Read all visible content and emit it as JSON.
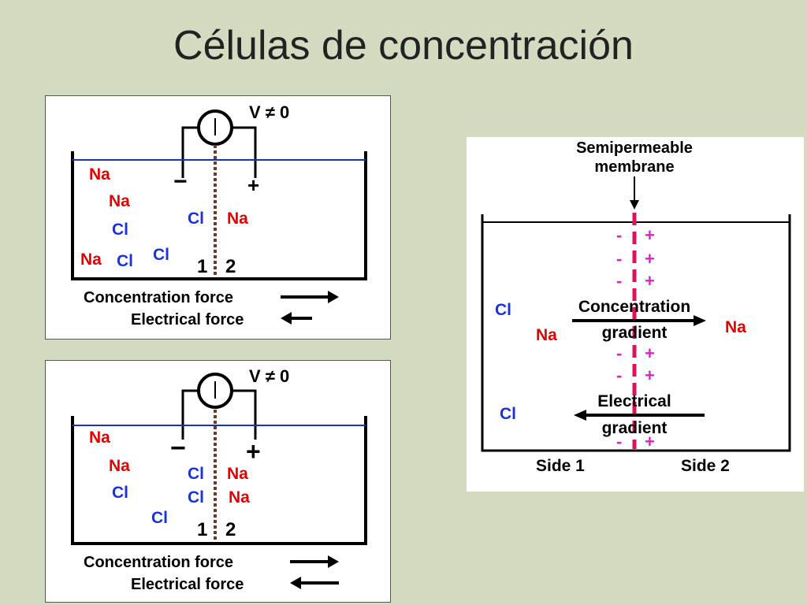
{
  "slide": {
    "title": "Células de concentración"
  },
  "cell_top": {
    "voltage": "V ≠ 0",
    "minus": "−",
    "plus": "+",
    "ions": [
      {
        "t": "Na",
        "c": "#e00000"
      },
      {
        "t": "Na",
        "c": "#e00000"
      },
      {
        "t": "Cl",
        "c": "#1a32e0"
      },
      {
        "t": "Na",
        "c": "#e00000"
      },
      {
        "t": "Cl",
        "c": "#1a32e0"
      },
      {
        "t": "Cl",
        "c": "#1a32e0"
      },
      {
        "t": "Cl",
        "c": "#1a32e0"
      },
      {
        "t": "Na",
        "c": "#e00000"
      }
    ],
    "side1": "1",
    "side2": "2",
    "concentration_force": "Concentration force",
    "electrical_force": "Electrical force"
  },
  "cell_bottom": {
    "voltage": "V ≠ 0",
    "minus": "−",
    "plus": "+",
    "ions": [
      {
        "t": "Na",
        "c": "#e00000"
      },
      {
        "t": "Na",
        "c": "#e00000"
      },
      {
        "t": "Cl",
        "c": "#1a32e0"
      },
      {
        "t": "Cl",
        "c": "#1a32e0"
      },
      {
        "t": "Cl",
        "c": "#1a32e0"
      },
      {
        "t": "Cl",
        "c": "#1a32e0"
      },
      {
        "t": "Na",
        "c": "#e00000"
      },
      {
        "t": "Na",
        "c": "#e00000"
      }
    ],
    "side1": "1",
    "side2": "2",
    "concentration_force": "Concentration force",
    "electrical_force": "Electrical force"
  },
  "membrane_panel": {
    "membrane_label_1": "Semipermeable",
    "membrane_label_2": "membrane",
    "minus": "-",
    "plus": "+",
    "cl_1": "Cl",
    "na_1": "Na",
    "na_2": "Na",
    "cl_2": "Cl",
    "concentration_1": "Concentration",
    "concentration_2": "gradient",
    "electrical_1": "Electrical",
    "electrical_2": "gradient",
    "side1": "Side 1",
    "side2": "Side 2"
  },
  "colors": {
    "na": "#e00000",
    "cl": "#1a32e0",
    "charge": "#e020c8",
    "membrane": "#e0105a",
    "water": "#1a32b0"
  }
}
